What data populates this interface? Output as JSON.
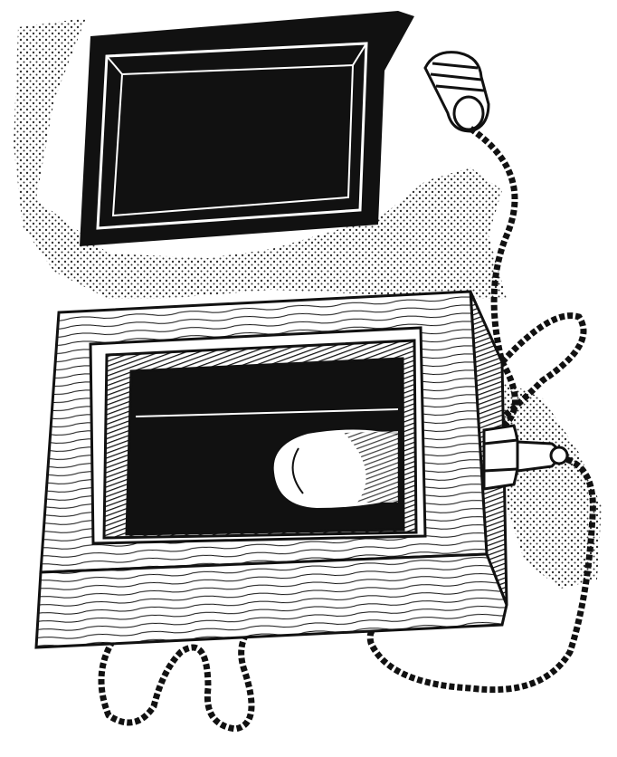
{
  "illustration": {
    "colors": {
      "ink": "#111111",
      "paper": "#ffffff",
      "stipple": "#3a3a3a"
    },
    "objects": [
      "lid",
      "plug",
      "cord",
      "wooden-box",
      "window",
      "light-bulb",
      "socket"
    ]
  }
}
